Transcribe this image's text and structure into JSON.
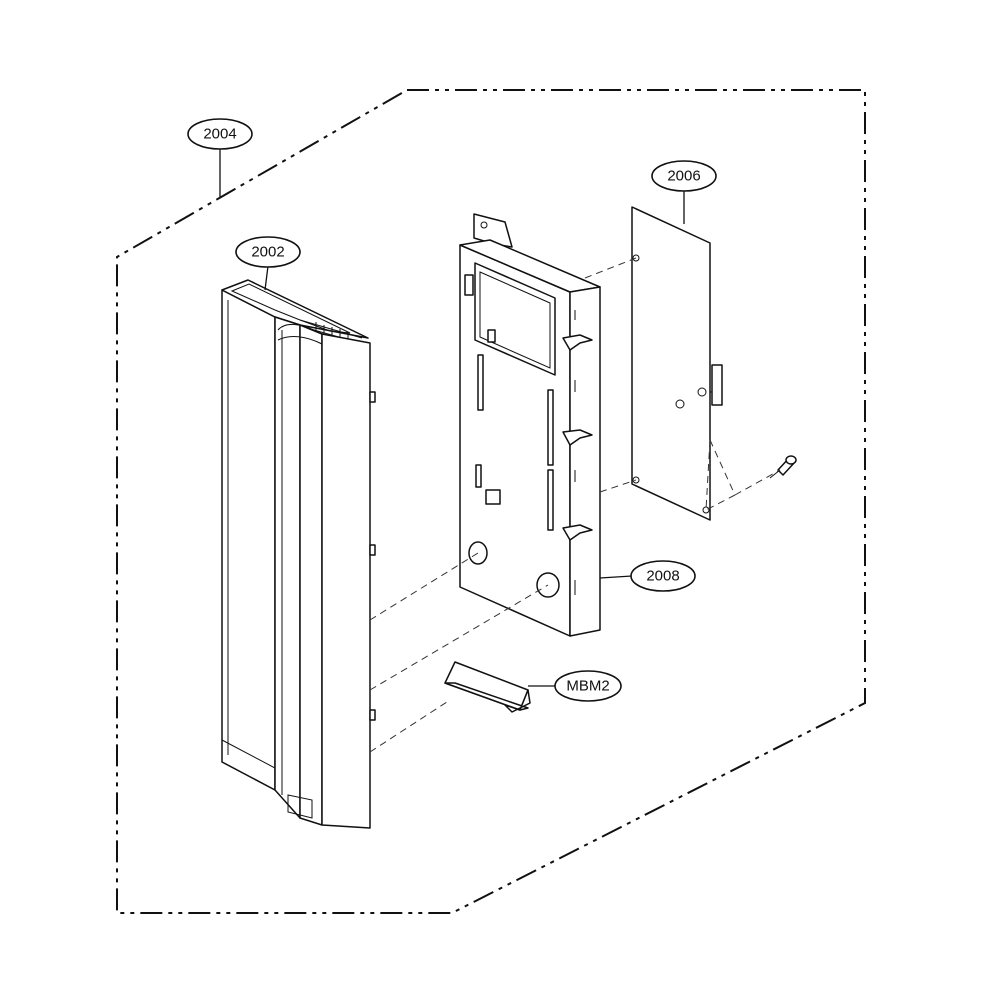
{
  "callouts": {
    "assembly": "2004",
    "front_panel": "2002",
    "pcb": "2006",
    "frame": "2008",
    "button": "MBM2"
  }
}
